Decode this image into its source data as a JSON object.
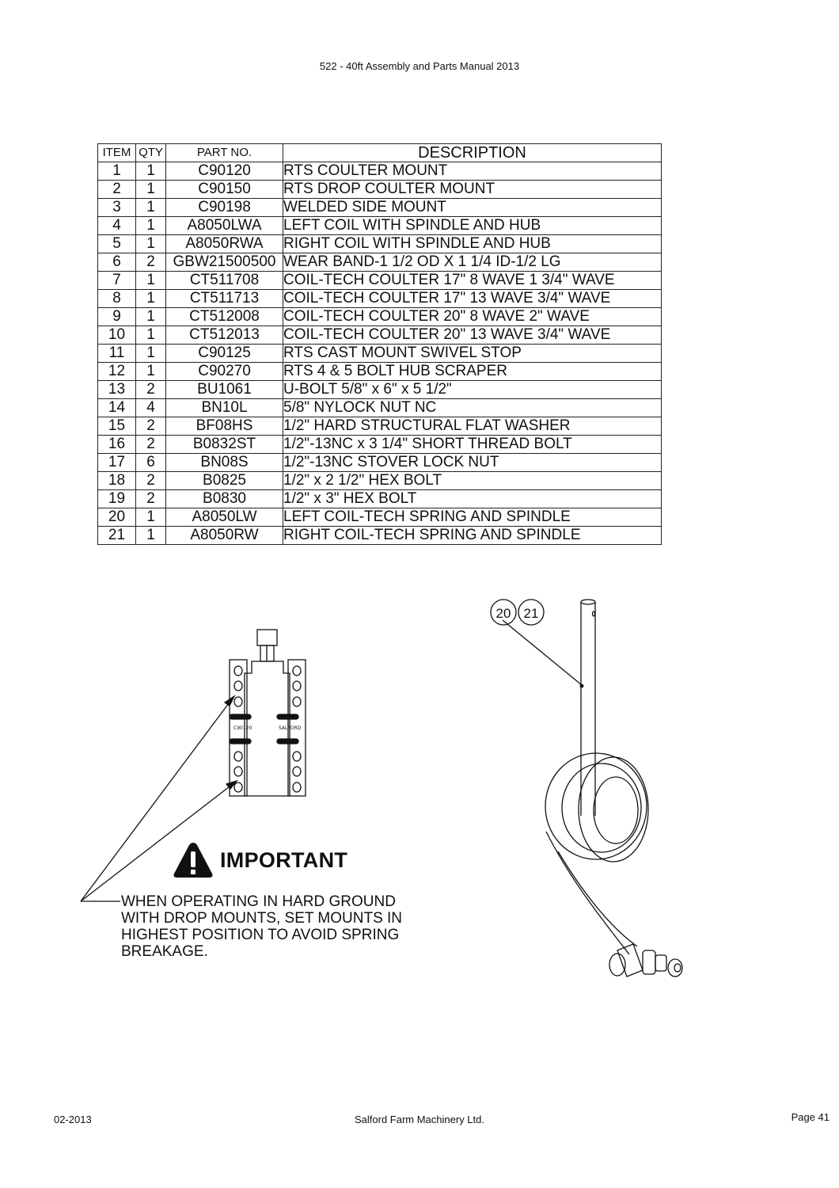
{
  "header": {
    "title": "522 - 40ft Assembly and Parts Manual 2013"
  },
  "table": {
    "columns": {
      "item": "ITEM",
      "qty": "QTY",
      "part_no": "PART NO.",
      "description": "DESCRIPTION"
    },
    "rows": [
      {
        "item": "1",
        "qty": "1",
        "part_no": "C90120",
        "description": "RTS COULTER MOUNT"
      },
      {
        "item": "2",
        "qty": "1",
        "part_no": "C90150",
        "description": "RTS DROP COULTER MOUNT"
      },
      {
        "item": "3",
        "qty": "1",
        "part_no": "C90198",
        "description": "WELDED SIDE MOUNT"
      },
      {
        "item": "4",
        "qty": "1",
        "part_no": "A8050LWA",
        "description": "LEFT COIL WITH SPINDLE AND HUB"
      },
      {
        "item": "5",
        "qty": "1",
        "part_no": "A8050RWA",
        "description": "RIGHT COIL WITH SPINDLE AND HUB"
      },
      {
        "item": "6",
        "qty": "2",
        "part_no": "GBW21500500",
        "description": "WEAR BAND-1 1/2 OD X 1 1/4 ID-1/2 LG"
      },
      {
        "item": "7",
        "qty": "1",
        "part_no": "CT511708",
        "description": "COIL-TECH COULTER 17\" 8 WAVE 1 3/4\" WAVE"
      },
      {
        "item": "8",
        "qty": "1",
        "part_no": "CT511713",
        "description": "COIL-TECH COULTER 17\" 13 WAVE 3/4\" WAVE"
      },
      {
        "item": "9",
        "qty": "1",
        "part_no": "CT512008",
        "description": "COIL-TECH COULTER 20\" 8 WAVE 2\" WAVE"
      },
      {
        "item": "10",
        "qty": "1",
        "part_no": "CT512013",
        "description": "COIL-TECH COULTER 20\" 13 WAVE 3/4\" WAVE"
      },
      {
        "item": "11",
        "qty": "1",
        "part_no": "C90125",
        "description": "RTS CAST MOUNT SWIVEL STOP"
      },
      {
        "item": "12",
        "qty": "1",
        "part_no": "C90270",
        "description": "RTS 4 & 5 BOLT HUB SCRAPER"
      },
      {
        "item": "13",
        "qty": "2",
        "part_no": "BU1061",
        "description": "U-BOLT 5/8\" x 6\" x 5 1/2\""
      },
      {
        "item": "14",
        "qty": "4",
        "part_no": "BN10L",
        "description": "5/8\" NYLOCK NUT NC"
      },
      {
        "item": "15",
        "qty": "2",
        "part_no": "BF08HS",
        "description": "1/2\" HARD STRUCTURAL FLAT WASHER"
      },
      {
        "item": "16",
        "qty": "2",
        "part_no": "B0832ST",
        "description": "1/2\"-13NC x 3 1/4\"  SHORT THREAD BOLT"
      },
      {
        "item": "17",
        "qty": "6",
        "part_no": "BN08S",
        "description": "1/2\"-13NC STOVER LOCK NUT"
      },
      {
        "item": "18",
        "qty": "2",
        "part_no": "B0825",
        "description": "1/2\" x 2 1/2\" HEX BOLT"
      },
      {
        "item": "19",
        "qty": "2",
        "part_no": "B0830",
        "description": "1/2\" x 3\" HEX BOLT"
      },
      {
        "item": "20",
        "qty": "1",
        "part_no": "A8050LW",
        "description": "LEFT COIL-TECH SPRING AND SPINDLE"
      },
      {
        "item": "21",
        "qty": "1",
        "part_no": "A8050RW",
        "description": "RIGHT COIL-TECH SPRING AND SPINDLE"
      }
    ]
  },
  "drawing": {
    "balloons": [
      "20",
      "21"
    ],
    "mount_labels": [
      "C90120",
      "SALFORD"
    ]
  },
  "warning": {
    "icon": "warning-triangle-icon",
    "label": "IMPORTANT",
    "note": "WHEN OPERATING IN HARD GROUND\nWITH DROP MOUNTS, SET MOUNTS IN\nHIGHEST POSITION TO AVOID SPRING\nBREAKAGE."
  },
  "footer": {
    "date": "02-2013",
    "company": "Salford Farm Machinery Ltd.",
    "page": "Page 41"
  }
}
